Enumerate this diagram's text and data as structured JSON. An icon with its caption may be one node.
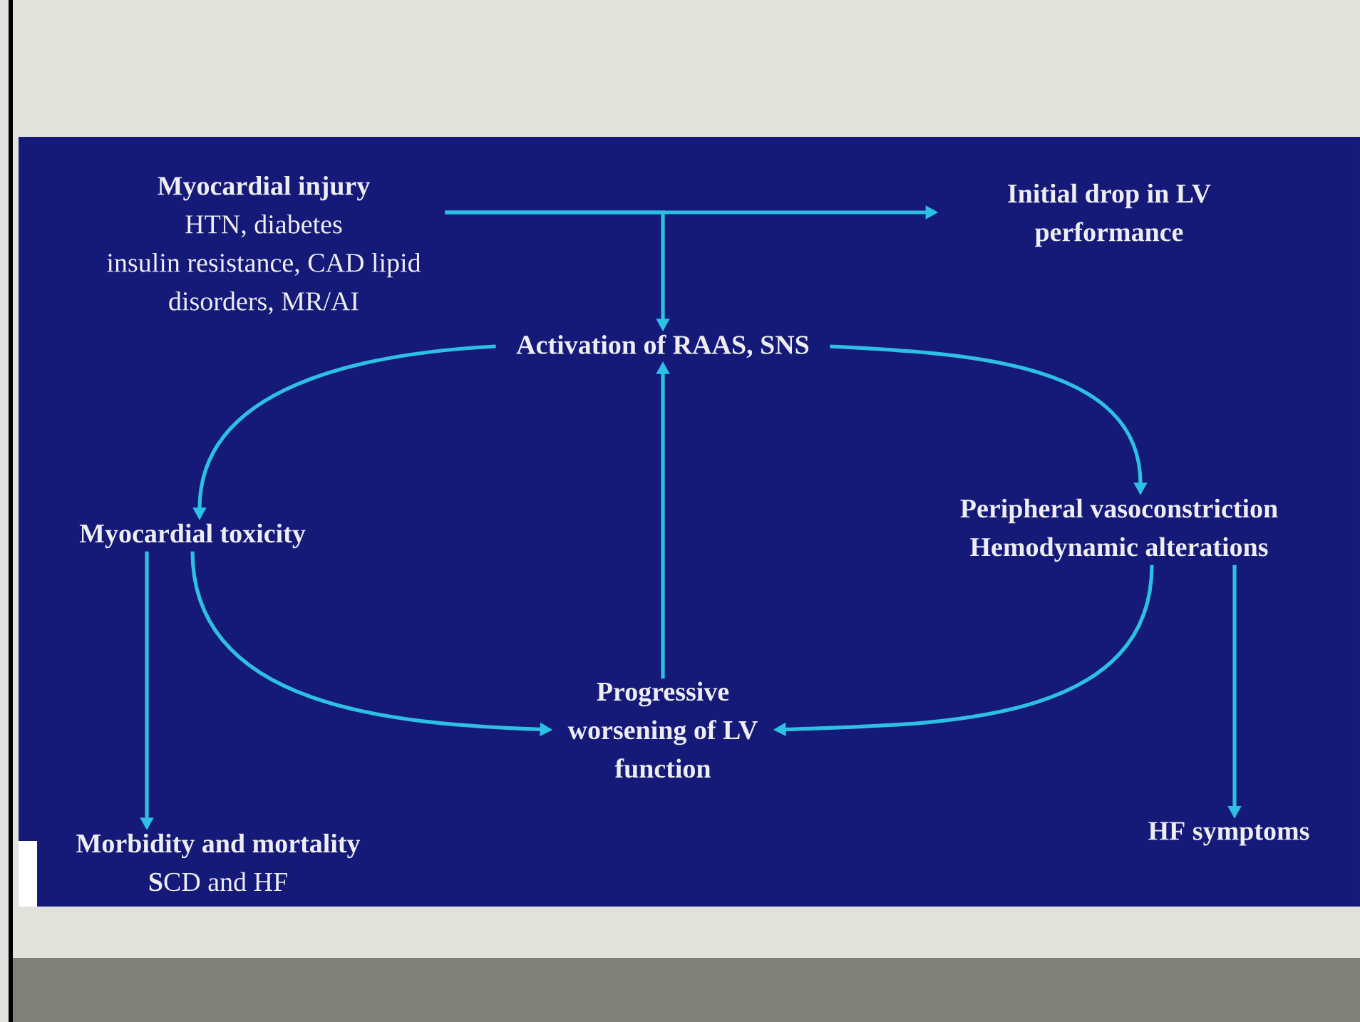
{
  "diagram": {
    "nodes": [
      {
        "text": [
          "Myocardial injury",
          "HTN, diabetes insulin resistance, CAD lipid disorders, MR/AI"
        ]
      },
      {
        "text": [
          "Initial drop in LV performance"
        ]
      },
      {
        "text": [
          "Activation of RAAS, SNS"
        ]
      },
      {
        "text": [
          "Myocardial toxicity"
        ]
      },
      {
        "text": [
          "Peripheral vasoconstriction Hemodynamic alterations"
        ]
      },
      {
        "text": [
          "Progressive worsening of LV function"
        ]
      },
      {
        "text": [
          "Morbidity and mortality",
          "**S**CD and HF"
        ]
      },
      {
        "text": [
          "HF symptoms"
        ]
      }
    ],
    "edges": [
      {
        "from": 0,
        "to": 1,
        "arrow": "to"
      },
      {
        "from": 0,
        "to": 2,
        "arrow": "to"
      },
      {
        "from": 2,
        "to": 3,
        "arrow": "to"
      },
      {
        "from": 2,
        "to": 4,
        "arrow": "to"
      },
      {
        "from": 3,
        "to": 6,
        "arrow": "to"
      },
      {
        "from": 3,
        "to": 5,
        "arrow": "to"
      },
      {
        "from": 4,
        "to": 5,
        "arrow": "to"
      },
      {
        "from": 4,
        "to": 7,
        "arrow": "to"
      },
      {
        "from": 5,
        "to": 2,
        "arrow": "to"
      }
    ]
  }
}
